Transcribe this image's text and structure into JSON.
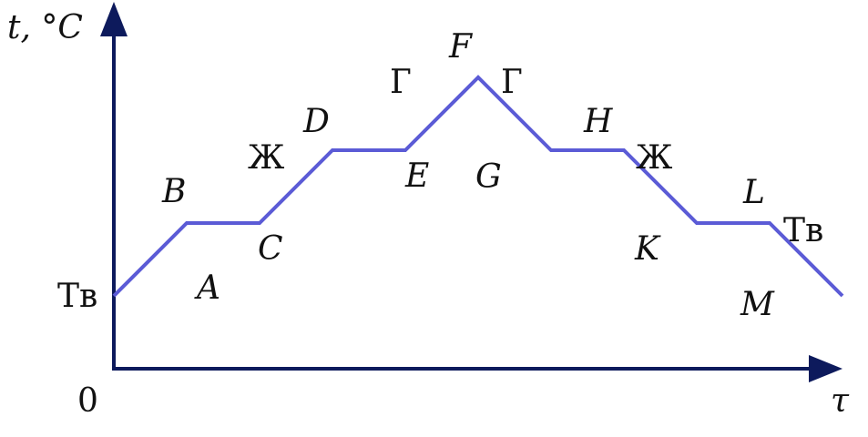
{
  "axes": {
    "y_label": "t, °C",
    "x_label": "τ",
    "origin_label": "0",
    "color": "#0d1a5c"
  },
  "line_color": "#5b5bd6",
  "chart_data": {
    "type": "line",
    "title": "",
    "xlabel": "τ",
    "ylabel": "t, °C",
    "x": [
      0,
      1,
      2,
      3,
      4,
      5,
      6,
      7,
      8,
      9,
      10
    ],
    "values": [
      1,
      2,
      2,
      3,
      3,
      4,
      3,
      3,
      2,
      2,
      1
    ],
    "ylim": [
      0,
      4.5
    ],
    "grid": false
  },
  "point_labels": {
    "A": "A",
    "B": "B",
    "C": "C",
    "D": "D",
    "E": "E",
    "F": "F",
    "G": "G",
    "H": "H",
    "K": "K",
    "L": "L",
    "M": "M"
  },
  "state_labels": {
    "solid_left": "Тв",
    "liquid_left": "Ж",
    "gas_left": "Г",
    "gas_right": "Г",
    "liquid_right": "Ж",
    "solid_right": "Тв"
  }
}
